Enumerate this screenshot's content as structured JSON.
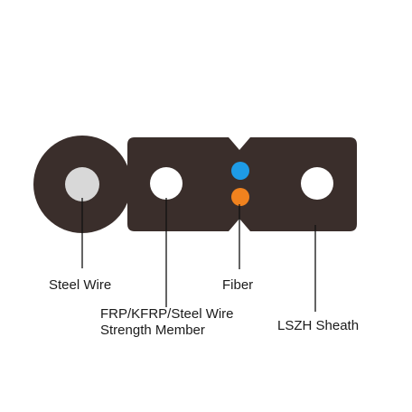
{
  "diagram": {
    "colors": {
      "background": "#ffffff",
      "sheath": "#3a2e2b",
      "steel_wire": "#d8d8d8",
      "strength_member": "#ffffff",
      "fiber_top": "#1e9be6",
      "fiber_bottom": "#f0821e",
      "leader_line": "#111111"
    },
    "labels": {
      "steel_wire": "Steel Wire",
      "strength_member_line1": "FRP/KFRP/Steel Wire",
      "strength_member_line2": "Strength Member",
      "fiber": "Fiber",
      "sheath": "LSZH Sheath"
    }
  }
}
